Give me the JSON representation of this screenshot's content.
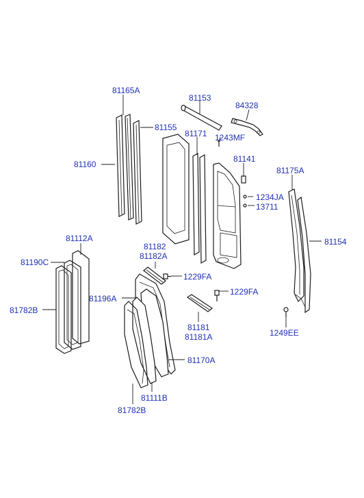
{
  "labels": {
    "p81165A": "81165A",
    "p81153": "81153",
    "p84328": "84328",
    "p81155": "81155",
    "p1243MF": "1243MF",
    "p81171": "81171",
    "p81160": "81160",
    "p81141": "81141",
    "p81175A": "81175A",
    "p1234JA": "1234JA",
    "p13711": "13711",
    "p81112A": "81112A",
    "p81154": "81154",
    "p81182": "81182",
    "p81182A": "81182A",
    "p81190C": "81190C",
    "p1229FA_top": "1229FA",
    "p81196A": "81196A",
    "p1229FA_bottom": "1229FA",
    "p81782B_left": "81782B",
    "p81181": "81181",
    "p81181A": "81181A",
    "p1249EE": "1249EE",
    "p81170A": "81170A",
    "p81111B": "81111B",
    "p81782B_bottom": "81782B"
  },
  "colors": {
    "label": "#1f2fb4",
    "line": "#1a1a1a",
    "background": "#ffffff"
  }
}
